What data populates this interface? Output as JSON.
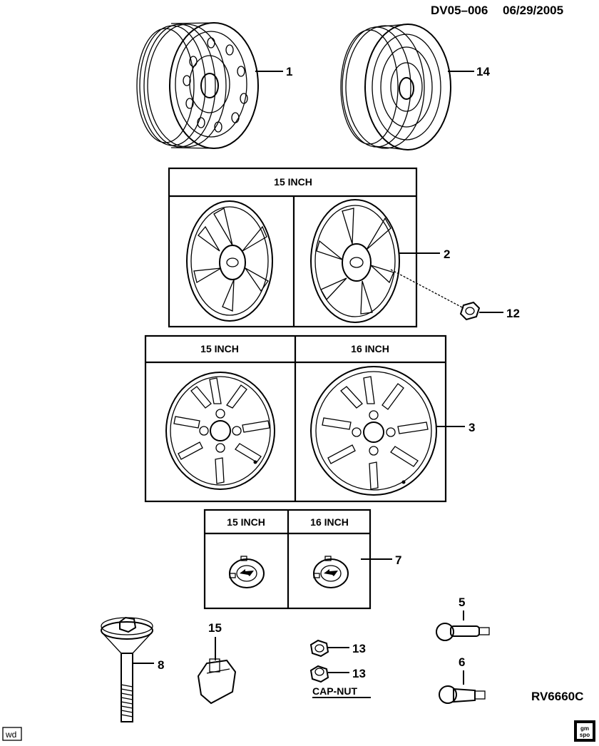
{
  "header": {
    "doc_id": "DV05–006",
    "date": "06/29/2005"
  },
  "footer": {
    "left_tag": "wd",
    "ref_code": "RV6660C",
    "logo_top": "gm",
    "logo_bottom": "spo"
  },
  "callouts": {
    "c1": "1",
    "c14": "14",
    "c2": "2",
    "c12": "12",
    "c3": "3",
    "c7": "7",
    "c5": "5",
    "c6": "6",
    "c8": "8",
    "c15": "15",
    "c13a": "13",
    "c13b": "13"
  },
  "boxes": {
    "wheel_cover": {
      "header": "15 INCH"
    },
    "alloy": {
      "left_header": "15 INCH",
      "right_header": "16 INCH"
    },
    "center_cap": {
      "left_header": "15 INCH",
      "right_header": "16 INCH"
    }
  },
  "cap_nut_label": "CAP-NUT"
}
